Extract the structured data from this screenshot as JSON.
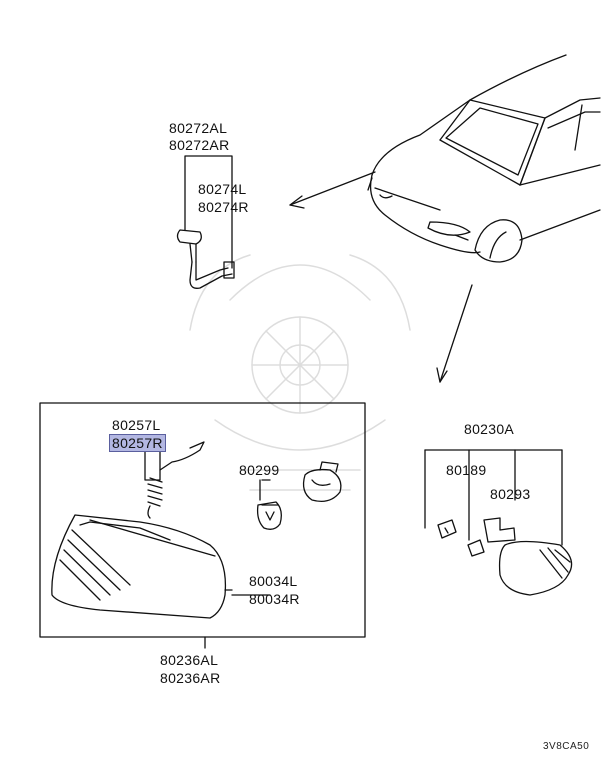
{
  "labels": {
    "p80272AL": "80272AL",
    "p80272AR": "80272AR",
    "p80274L": "80274L",
    "p80274R": "80274R",
    "p80257L": "80257L",
    "p80257R": "80257R",
    "p80299": "80299",
    "p80034L": "80034L",
    "p80034R": "80034R",
    "p80236AL": "80236AL",
    "p80236AR": "80236AR",
    "p80230A": "80230A",
    "p80189": "80189",
    "p80293": "80293"
  },
  "diagram_code": "3V8CA50",
  "highlight_color": "#b3b7e2"
}
